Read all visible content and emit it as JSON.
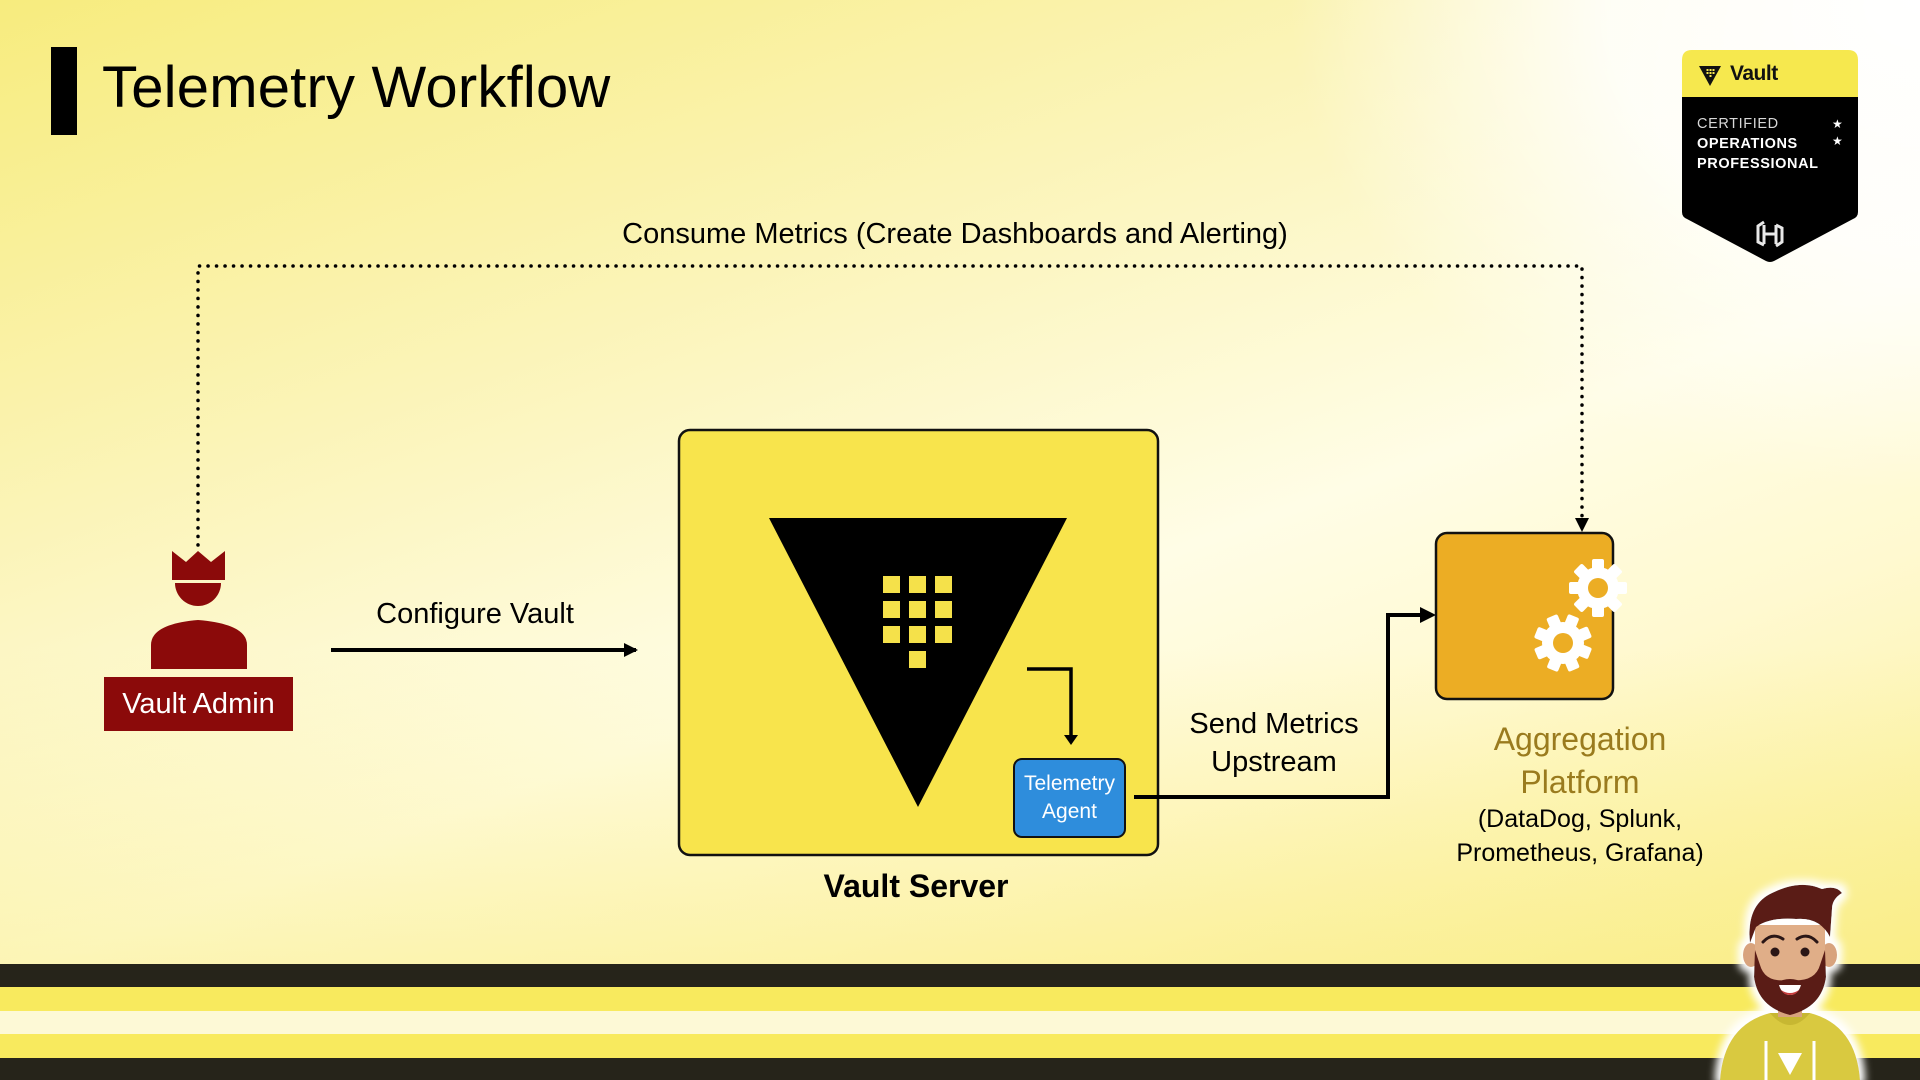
{
  "slide": {
    "title": "Telemetry Workflow"
  },
  "badge": {
    "brand": "Vault",
    "lines": [
      "CERTIFIED",
      "OPERATIONS",
      "PROFESSIONAL"
    ],
    "stars": [
      "★",
      "★"
    ],
    "icon_top": "vault-logo-icon",
    "icon_bottom": "hashicorp-logo-icon"
  },
  "diagram": {
    "consume_label": "Consume Metrics (Create Dashboards and Alerting)",
    "configure_label": "Configure Vault",
    "send_label_line1": "Send Metrics",
    "send_label_line2": "Upstream",
    "admin": {
      "label": "Vault Admin",
      "icon": "admin-king-icon",
      "color": "#8b0a0a"
    },
    "server": {
      "label": "Vault Server",
      "fill": "#f8e44c",
      "logo_icon": "vault-logo-icon"
    },
    "agent": {
      "line1": "Telemetry",
      "line2": "Agent",
      "fill": "#2e8ddc"
    },
    "aggregation": {
      "title_line1": "Aggregation",
      "title_line2": "Platform",
      "tools_line1": "(DataDog, Splunk,",
      "tools_line2": "Prometheus, Grafana)",
      "fill": "#ecad24",
      "title_color": "#9a7b1e",
      "icon": "gears-icon"
    }
  },
  "presenter": {
    "icon": "presenter-avatar-icon"
  }
}
